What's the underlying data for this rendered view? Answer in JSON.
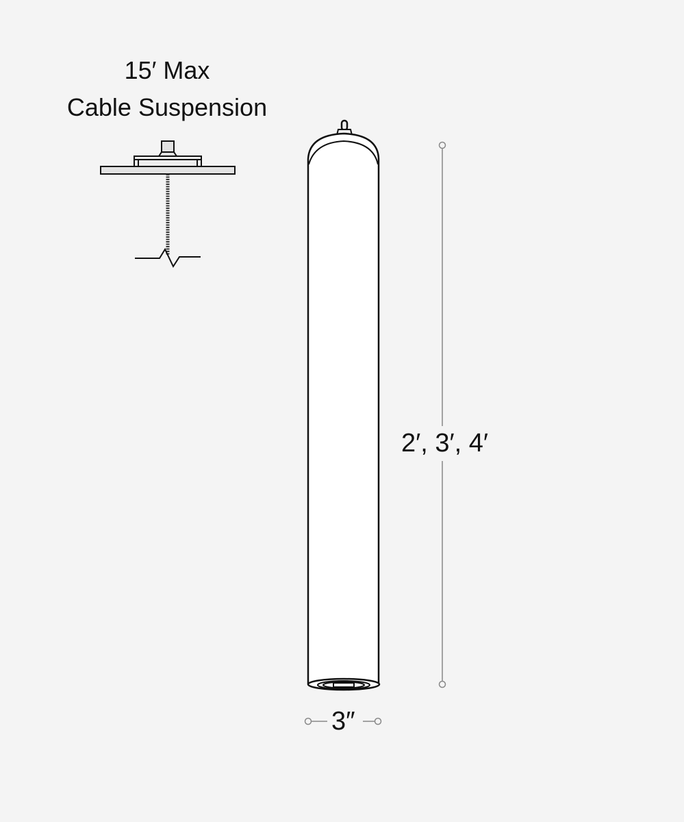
{
  "mounting": {
    "title_line1": "15′ Max",
    "title_line2": "Cable Suspension"
  },
  "dimensions": {
    "height_label": "2′, 3′, 4′",
    "width_label": "3″"
  },
  "colors": {
    "background": "#f4f4f4",
    "stroke": "#111111",
    "dimension_line": "#888888",
    "canopy_fill": "#e2e2e2",
    "fixture_fill": "#ffffff"
  }
}
